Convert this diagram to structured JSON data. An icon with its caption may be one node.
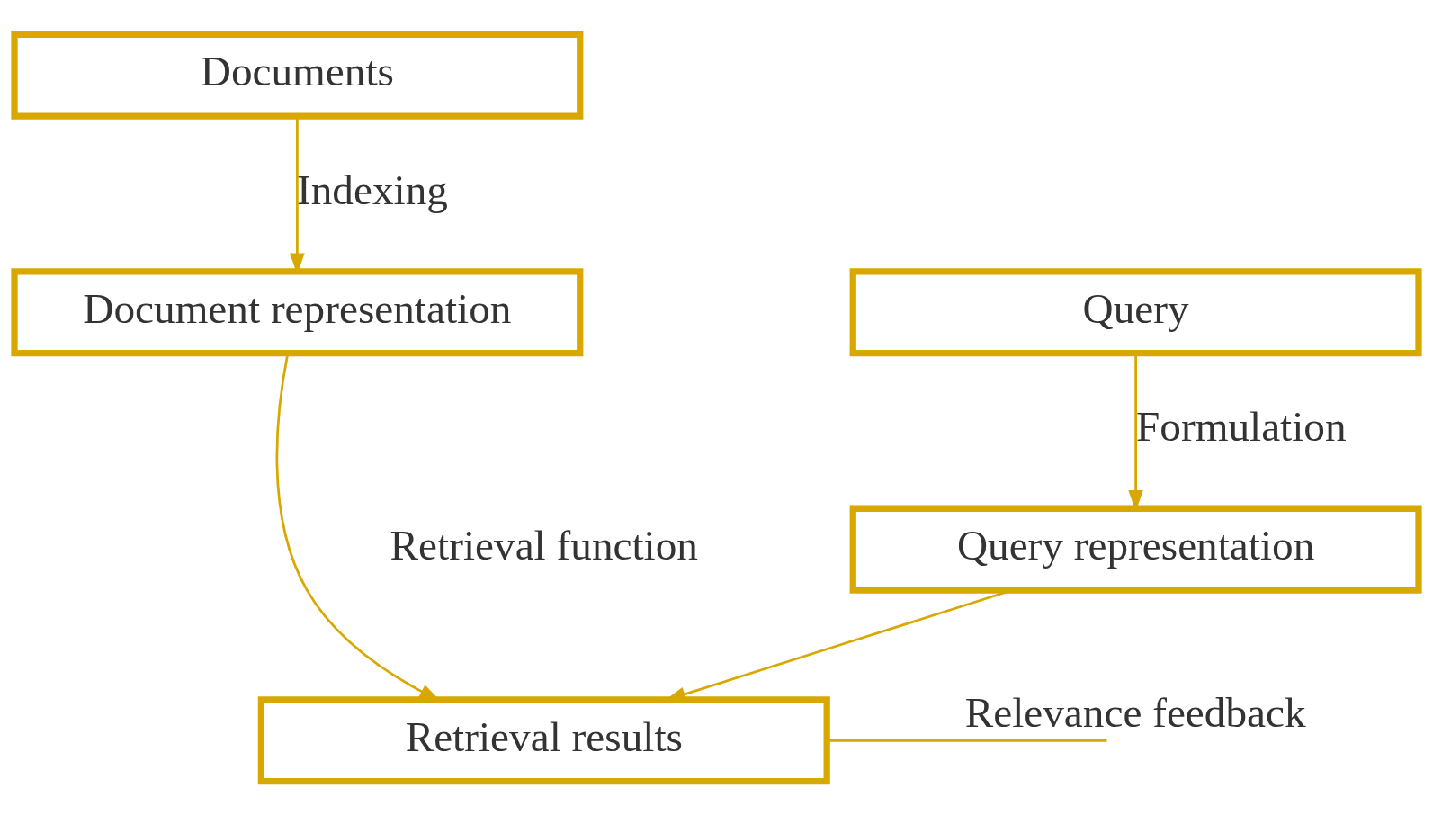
{
  "diagram": {
    "nodes": [
      {
        "text": [
          "Documents"
        ]
      },
      {
        "text": [
          "Query"
        ]
      },
      {
        "text": [
          "Document representation"
        ]
      },
      {
        "text": [
          "Query representation"
        ]
      },
      {
        "text": [
          "Retrieval results"
        ]
      }
    ],
    "edges": [
      {
        "from": 0,
        "to": 2,
        "arrow": "to",
        "label": "Indexing"
      },
      {
        "from": 1,
        "to": 3,
        "arrow": "to",
        "label": "Formulation"
      },
      {
        "from": 2,
        "to": 4,
        "arrow": "to"
      },
      {
        "from": 3,
        "to": 4,
        "arrow": "to"
      },
      {
        "from": 4,
        "to": null,
        "arrow": "none",
        "label": "Relevance feedback"
      }
    ],
    "labels": [
      "Retrieval function"
    ]
  }
}
